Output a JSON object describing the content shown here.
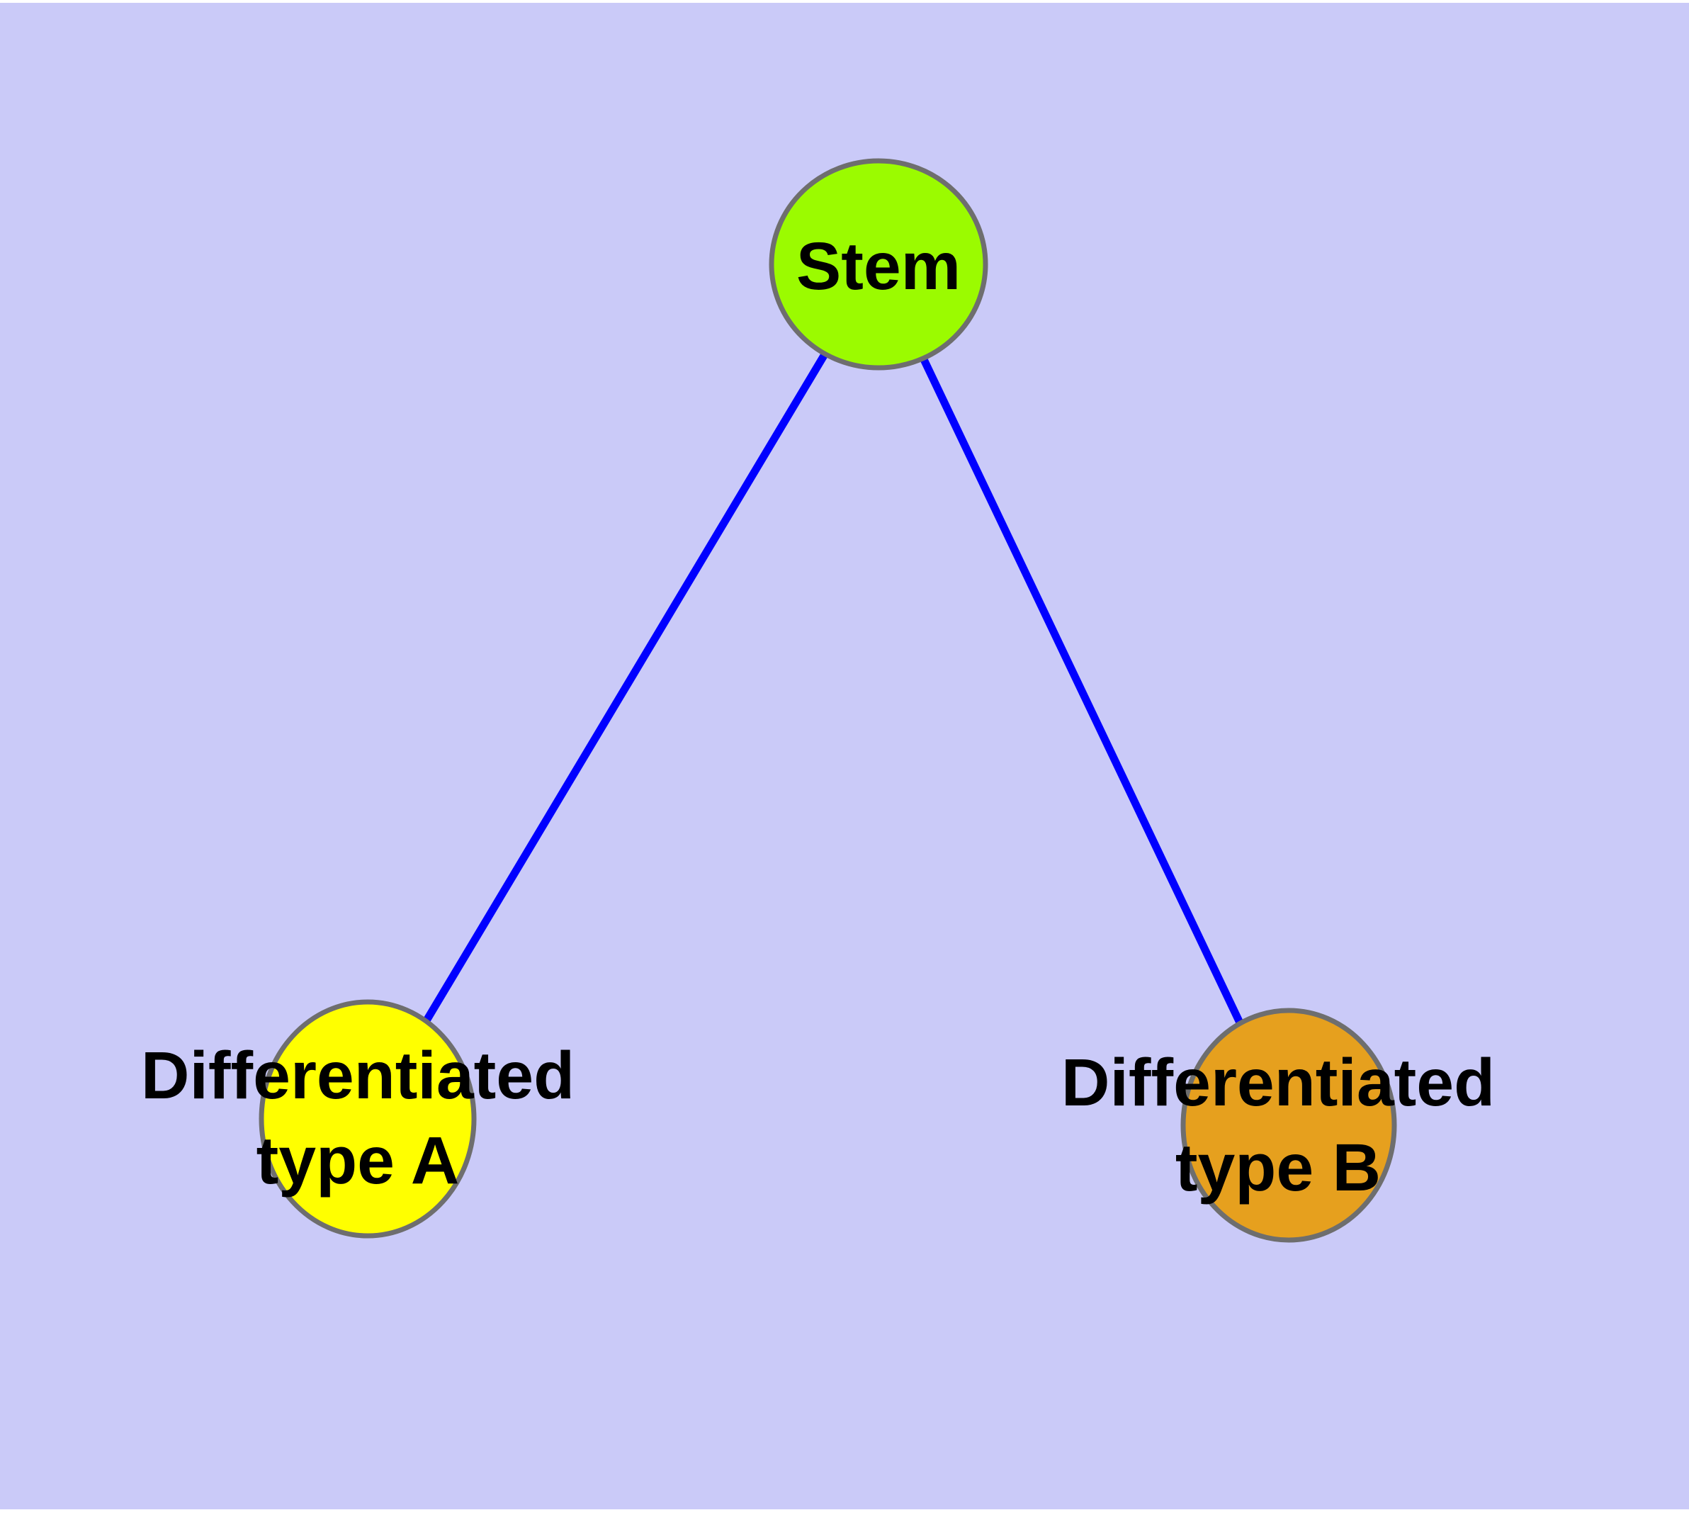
{
  "diagram": {
    "type": "graph",
    "background_color": "#CACAF8",
    "page_margin_color": "#FFFFFF",
    "edge_color": "#0000FF",
    "node_border_color": "#6E6E6E",
    "label_color": "#000000",
    "nodes": [
      {
        "id": "stem",
        "label": "Stem",
        "fill": "#9BFB00"
      },
      {
        "id": "differentiated-type-a",
        "label": "Differentiated type A",
        "label_line1": "Differentiated",
        "label_line2": "type A",
        "fill": "#FFFF00"
      },
      {
        "id": "differentiated-type-b",
        "label": "Differentiated type B",
        "label_line1": "Differentiated",
        "label_line2": "type B",
        "fill": "#E6A01E"
      }
    ],
    "edges": [
      {
        "from": "Stem",
        "to": "Differentiated type A"
      },
      {
        "from": "Stem",
        "to": "Differentiated type B"
      }
    ]
  }
}
